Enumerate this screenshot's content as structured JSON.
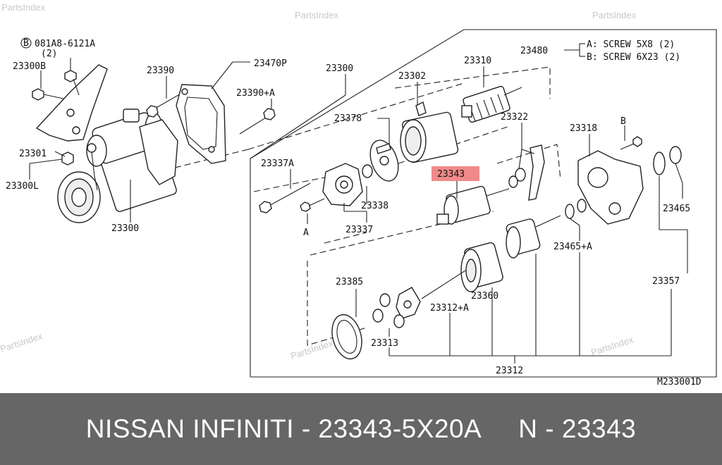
{
  "watermark": "PartsIndex",
  "labels": {
    "bolt_ref": "081A8-6121A",
    "bolt_ref_qty": "(2)",
    "p23300B": "23300B",
    "p23301": "23301",
    "p23300L": "23300L",
    "p23390": "23390",
    "p23470P": "23470P",
    "p23390A": "23390+A",
    "p23300_left": "23300",
    "p23300_top": "23300",
    "p23302": "23302",
    "p23310": "23310",
    "p23378": "23378",
    "p23322": "23322",
    "p23337A": "23337A",
    "p23343": "23343",
    "p23338": "23338",
    "p23337": "23337",
    "p23318": "23318",
    "p23465": "23465",
    "p23465A": "23465+A",
    "p23385": "23385",
    "p23312A": "23312+A",
    "p23360": "23360",
    "p23313": "23313",
    "p23357": "23357",
    "p23312": "23312",
    "p23480": "23480",
    "screw_a": "A: SCREW 5X8 (2)",
    "screw_b": "B: SCREW 6X23 (2)",
    "letter_a": "A",
    "letter_b": "B",
    "diagram_code": "M233001D"
  },
  "footer": {
    "left": "NISSAN INFINITI - 23343-5X20A",
    "right": "N - 23343"
  },
  "colors": {
    "highlight": "#f08a8a",
    "footer_bg": "#666666"
  }
}
